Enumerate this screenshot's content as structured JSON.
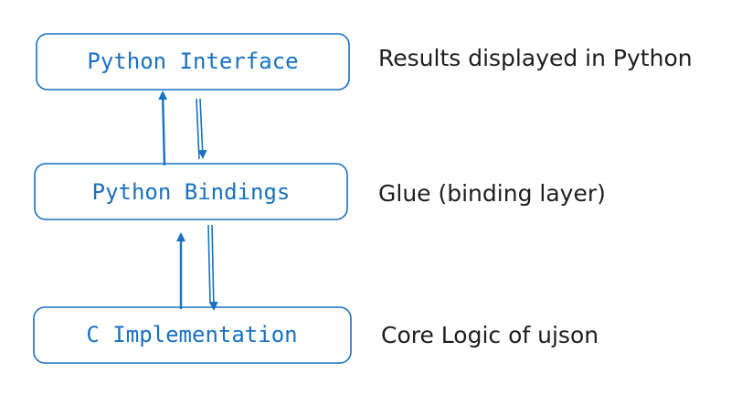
{
  "diagram": {
    "colors": {
      "box_stroke": "#1971c2",
      "box_text": "#1971c2",
      "arrow": "#1971c2",
      "note_text": "#1e1e1e",
      "background": "#ffffff"
    },
    "layers": [
      {
        "id": "python-interface",
        "label": "Python Interface",
        "note": "Results displayed in Python"
      },
      {
        "id": "python-bindings",
        "label": "Python Bindings",
        "note": "Glue (binding layer)"
      },
      {
        "id": "c-implementation",
        "label": "C Implementation",
        "note": "Core Logic of ujson"
      }
    ],
    "arrows": [
      {
        "from": "python-bindings",
        "to": "python-interface",
        "direction": "up"
      },
      {
        "from": "python-interface",
        "to": "python-bindings",
        "direction": "down"
      },
      {
        "from": "c-implementation",
        "to": "python-bindings",
        "direction": "up"
      },
      {
        "from": "python-bindings",
        "to": "c-implementation",
        "direction": "down"
      }
    ]
  }
}
